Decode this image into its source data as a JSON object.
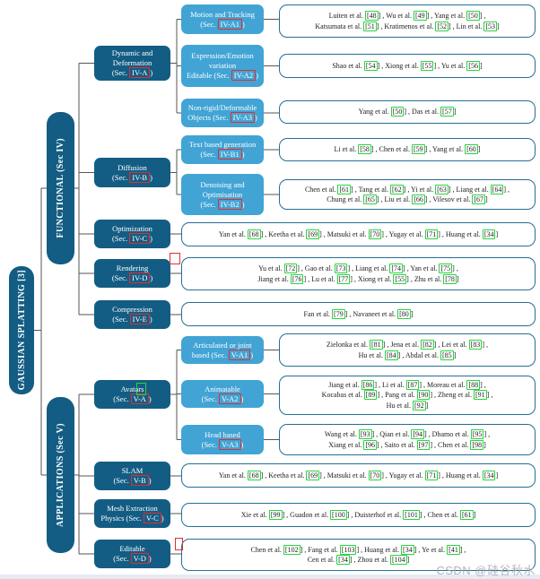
{
  "root": {
    "id": "root",
    "label": "GAUSSIAN SPLATTING [3]"
  },
  "branches": [
    {
      "id": "functional",
      "label": "FUNCTIONAL (Sec IV)"
    },
    {
      "id": "applications",
      "label": "APPLICATIONS (Sec V)"
    }
  ],
  "categories": [
    {
      "id": "dynamic",
      "branch": "functional",
      "lines": [
        "Dynamic and",
        "Deformation",
        "(Sec. |IV-A|)"
      ]
    },
    {
      "id": "diffusion",
      "branch": "functional",
      "lines": [
        "Diffusion",
        "(Sec. |IV-B|)"
      ]
    },
    {
      "id": "optimization",
      "branch": "functional",
      "lines": [
        "Optimization",
        "(Sec. |IV-C|)"
      ]
    },
    {
      "id": "rendering",
      "branch": "functional",
      "lines": [
        "Rendering",
        "(Sec. |IV-D|)"
      ]
    },
    {
      "id": "compression",
      "branch": "functional",
      "lines": [
        "Compression",
        "(Sec. |IV-E|)"
      ]
    },
    {
      "id": "avatars",
      "branch": "applications",
      "lines": [
        "Avatars",
        "(Sec. |V-A|)"
      ]
    },
    {
      "id": "slam",
      "branch": "applications",
      "lines": [
        "SLAM",
        "(Sec. |V-B|)"
      ]
    },
    {
      "id": "mesh",
      "branch": "applications",
      "lines": [
        "Mesh Extraction",
        "Physics (Sec. |V-C|)"
      ]
    },
    {
      "id": "editable",
      "branch": "applications",
      "lines": [
        "Editable",
        "(Sec. |V-D|)"
      ]
    }
  ],
  "subcategories": [
    {
      "id": "motion",
      "parent": "dynamic",
      "lines": [
        "Motion and Tracking",
        "(Sec. |IV-A1|)"
      ]
    },
    {
      "id": "expression",
      "parent": "dynamic",
      "lines": [
        "Expression/Emotion",
        "variation",
        "Editable (Sec. |IV-A2|)"
      ]
    },
    {
      "id": "nonrigid",
      "parent": "dynamic",
      "lines": [
        "Non-rigid/Deformable",
        "Objects (Sec. |IV-A3|)"
      ]
    },
    {
      "id": "textgen",
      "parent": "diffusion",
      "lines": [
        "Text based generation",
        "(Sec. |IV-B1|)"
      ]
    },
    {
      "id": "denoising",
      "parent": "diffusion",
      "lines": [
        "Denoising and",
        "Optimisation",
        "(Sec. |IV-B2|)"
      ]
    },
    {
      "id": "articulated",
      "parent": "avatars",
      "lines": [
        "Articulated or joint",
        "based (Sec. |V-A1|)"
      ]
    },
    {
      "id": "animatable",
      "parent": "avatars",
      "lines": [
        "Animatable",
        "(Sec. |V-A2|)"
      ]
    },
    {
      "id": "headbased",
      "parent": "avatars",
      "lines": [
        "Head based",
        "(Sec. |V-A3|)"
      ]
    }
  ],
  "citation_groups": [
    {
      "id": "motion",
      "lines": [
        "Luiten et al. [48] , Wu et al. [49] , Yang et al. [50] ,",
        "Katsumata et al. [51] , Kratimenos et al. [52] , Lin et al. [53]"
      ]
    },
    {
      "id": "expression",
      "lines": [
        "Shao et al. [54] , Xiong et al. [55] , Yu et al. [56]"
      ]
    },
    {
      "id": "nonrigid",
      "lines": [
        "Yang et al. [50] , Das et al. [57]"
      ]
    },
    {
      "id": "textgen",
      "lines": [
        "Li et al. [58] , Chen et al. [59] , Yang et al. [60]"
      ]
    },
    {
      "id": "denoising",
      "lines": [
        "Chen et al. [61] , Tang et al. [62] , Yi et al. [63] , Liang et al. [64] ,",
        "Chung et al. [65] , Liu et al. [66] , Vilesov et al. [67]"
      ]
    },
    {
      "id": "optimization",
      "lines": [
        "Yan et al. [68] , Keetha et al. [69] , Matsuki et al. [70] , Yugay et al. [71] , Huang et al. [34]"
      ]
    },
    {
      "id": "rendering",
      "lines": [
        "Yu et al. [72] , Gao et al. [73] , Liang et al. [74] , Yan et al. [75] ,",
        "Jiang et al. [76] , Lu et al. [77] , Xiong et al. [55] , Zhu et al. [78]"
      ]
    },
    {
      "id": "compression",
      "lines": [
        "Fan et al. [79] , Navaneet et al. [80]"
      ]
    },
    {
      "id": "articulated",
      "lines": [
        "Zielonka et al. [81] , Jena et al. [82] , Lei et al. [83] ,",
        "Hu et al. [84] , Abdal et al. [85]"
      ]
    },
    {
      "id": "animatable",
      "lines": [
        "Jiang et al. [86] , Li et al. [87] , Moreau et al. [88] ,",
        "Kocabas et al. [89] , Pang et al. [90] , Zheng et al. [91] ,",
        "Hu et al. [92]"
      ]
    },
    {
      "id": "headbased",
      "lines": [
        "Wang et al. [93] , Qian et al. [94] , Dhamo et al. [95] ,",
        "Xiang et al. [96] , Saito et al. [97] , Chen et al. [98]"
      ]
    },
    {
      "id": "slam",
      "lines": [
        "Yan et al. [68] , Keetha et al. [69] , Matsuki et al. [70] , Yugay et al. [71] , Huang et al. [34]"
      ]
    },
    {
      "id": "mesh",
      "lines": [
        "Xie et al. [99] , Guadon et al. [100] , Duisterhof et al. [101] , Chen et al. [61]"
      ]
    },
    {
      "id": "editable",
      "lines": [
        "Chen et al. [102] , Fang et al. [103] , Huang et al. [34] , Ye et al. [41] ,",
        "Cen et al. [34] , Zhou et al. [104]"
      ]
    }
  ],
  "watermark": "CSDN @硅谷秋水",
  "colors": {
    "node_dark": "#135D84",
    "node_light": "#41A4D5",
    "citation_border": "#266E94",
    "citation_text": "#1C1C1C",
    "section_ref_box": "#E02F2F",
    "citation_ref_box": "#26D53E",
    "connector": "#555555"
  }
}
